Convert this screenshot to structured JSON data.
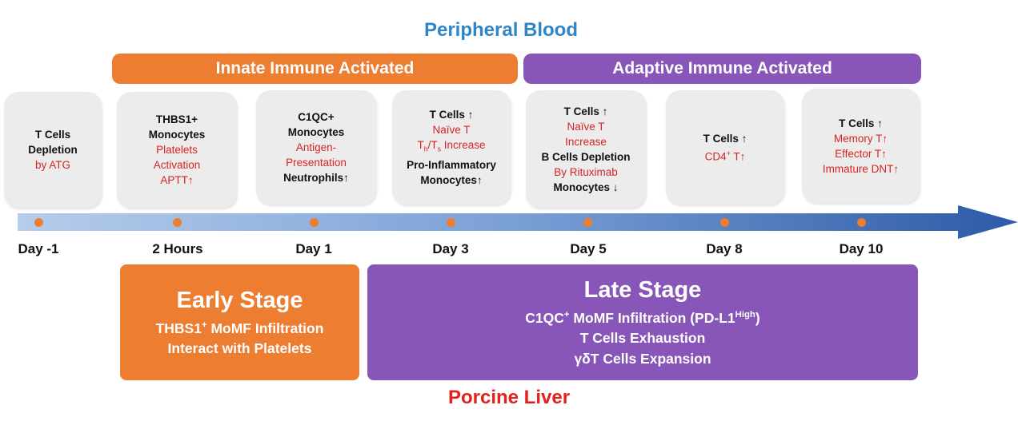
{
  "titles": {
    "top": "Peripheral Blood",
    "bottom": "Porcine Liver"
  },
  "phases": {
    "innate": "Innate Immune Activated",
    "adaptive": "Adaptive Immune Activated"
  },
  "cards": {
    "day_m1": {
      "l1": "T Cells",
      "l2": "Depletion",
      "l3": "by ATG"
    },
    "hours2": {
      "l1": "THBS1+",
      "l2": "Monocytes",
      "l3": "Platelets",
      "l4": "Activation",
      "l5": "APTT↑"
    },
    "day1": {
      "l1": "C1QC+",
      "l2": "Monocytes",
      "l3": "Antigen-",
      "l4": "Presentation",
      "l5": "Neutrophils↑"
    },
    "day3": {
      "l1": "T Cells ↑",
      "l2": "Naïve T",
      "l3a": "T",
      "l3b": "h",
      "l3c": "/T",
      "l3d": "s",
      "l3e": " Increase",
      "l4": "Pro-Inflammatory",
      "l5": "Monocytes↑"
    },
    "day5": {
      "l1": "T Cells ↑",
      "l2": "Naïve T",
      "l3": "Increase",
      "l4": "B Cells Depletion",
      "l5": "By Rituximab",
      "l6": "Monocytes ↓"
    },
    "day8": {
      "l1": "T Cells ↑",
      "l2a": "CD4",
      "l2b": "+",
      "l2c": " T↑"
    },
    "day10": {
      "l1": "T Cells ↑",
      "l2": "Memory T↑",
      "l3": "Effector T↑",
      "l4": "Immature DNT↑"
    }
  },
  "days": [
    "Day -1",
    "2 Hours",
    "Day 1",
    "Day 3",
    "Day 5",
    "Day 8",
    "Day 10"
  ],
  "stages": {
    "early": {
      "title": "Early Stage",
      "l1a": "THBS1",
      "l1b": "+",
      "l1c": " MoMF Infiltration",
      "l2": "Interact with Platelets"
    },
    "late": {
      "title": "Late Stage",
      "l1a": "C1QC",
      "l1b": "+",
      "l1c": " MoMF Infiltration (PD-L1",
      "l1d": "High",
      "l1e": ")",
      "l2": "T Cells Exhaustion",
      "l3": "γδT Cells Expansion"
    }
  },
  "colors": {
    "blue_title": "#2e86c8",
    "red_title": "#e3201b",
    "orange": "#ed7d31",
    "purple": "#8856b8",
    "card_bg": "#ececec",
    "red_text": "#d62424"
  }
}
